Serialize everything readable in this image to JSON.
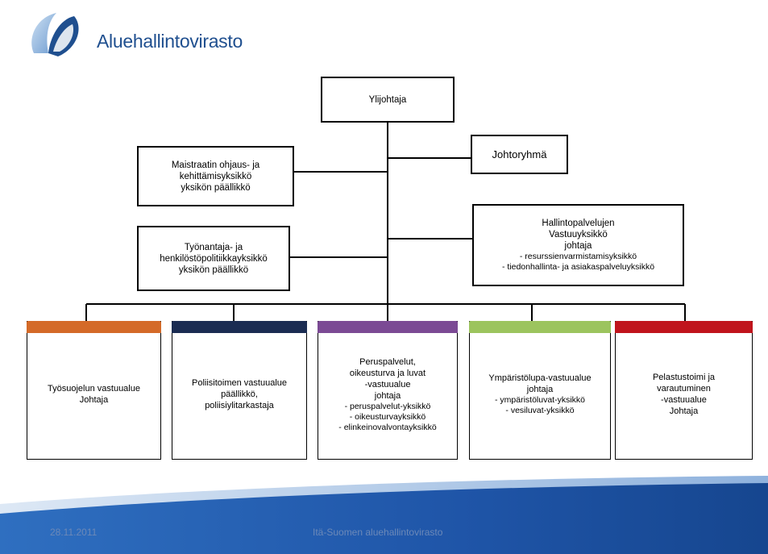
{
  "header": {
    "logo_text": "Aluehallintovirasto"
  },
  "chart": {
    "top": "Ylijohtaja",
    "johtoryhma": "Johtoryhmä",
    "left_units": [
      {
        "lines": [
          "Maistraatin ohjaus- ja",
          "kehittämisyksikkö",
          "yksikön päällikkö"
        ]
      },
      {
        "lines": [
          "Työnantaja- ja",
          "henkilöstöpolitiikkayksikkö",
          "yksikön päällikkö"
        ]
      }
    ],
    "hallinto": {
      "lines": [
        "Hallintopalvelujen",
        "Vastuuyksikkö",
        "johtaja"
      ],
      "sub": [
        "- resurssienvarmistamisyksikkö",
        "- tiedonhallinta- ja asiakaspalveluyksikkö"
      ]
    },
    "units": [
      {
        "color": "#d46a28",
        "lines": [
          "Työsuojelun vastuualue",
          "Johtaja"
        ],
        "sub": []
      },
      {
        "color": "#1b2c52",
        "lines": [
          "Poliisitoimen vastuualue",
          "päällikkö,",
          "poliisiylitarkastaja"
        ],
        "sub": []
      },
      {
        "color": "#7b4a94",
        "lines": [
          "Peruspalvelut,",
          "oikeusturva ja luvat",
          "-vastuualue",
          "johtaja"
        ],
        "sub": [
          "- peruspalvelut-yksikkö",
          "- oikeusturvayksikkö",
          "- elinkeinovalvontayksikkö"
        ]
      },
      {
        "color": "#9cc45e",
        "lines": [
          "Ympäristölupa-vastuualue",
          "johtaja"
        ],
        "sub": [
          "- ympäristöluvat-yksikkö",
          "- vesiluvat-yksikkö"
        ]
      },
      {
        "color": "#c0141c",
        "lines": [
          "Pelastustoimi ja",
          "varautuminen",
          "-vastuualue",
          "Johtaja"
        ],
        "sub": []
      }
    ]
  },
  "footer": {
    "date": "28.11.2011",
    "org": "Itä-Suomen aluehallintovirasto"
  }
}
